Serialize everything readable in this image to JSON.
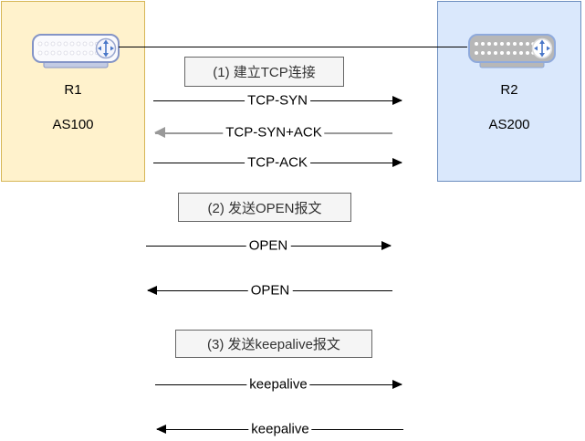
{
  "diagram": {
    "type": "bgp-session-establishment-sequence",
    "nodes": [
      {
        "name": "R1",
        "as_number": "AS100"
      },
      {
        "name": "R2",
        "as_number": "AS200"
      }
    ],
    "steps": [
      {
        "label": "(1) 建立TCP连接"
      },
      {
        "label": "(2) 发送OPEN报文"
      },
      {
        "label": "(3) 发送keepalive报文"
      }
    ],
    "messages": [
      {
        "label": "TCP-SYN",
        "from": "R1",
        "to": "R2",
        "direction": "right"
      },
      {
        "label": "TCP-SYN+ACK",
        "from": "R2",
        "to": "R1",
        "direction": "left"
      },
      {
        "label": "TCP-ACK",
        "from": "R1",
        "to": "R2",
        "direction": "right"
      },
      {
        "label": "OPEN",
        "from": "R1",
        "to": "R2",
        "direction": "right"
      },
      {
        "label": "OPEN",
        "from": "R2",
        "to": "R1",
        "direction": "left"
      },
      {
        "label": "keepalive",
        "from": "R1",
        "to": "R2",
        "direction": "right"
      },
      {
        "label": "keepalive",
        "from": "R2",
        "to": "R1",
        "direction": "left"
      }
    ],
    "colors": {
      "node_r1_fill": "#FFF2CC",
      "node_r1_border": "#D6B656",
      "node_r2_fill": "#DAE8FC",
      "node_r2_border": "#6C8EBF",
      "step_box_fill": "#F5F5F5",
      "step_box_border": "#666666",
      "arrow_black": "#000000",
      "arrow_gray": "#999999",
      "router_glyph_accent": "#4a77c8"
    }
  }
}
